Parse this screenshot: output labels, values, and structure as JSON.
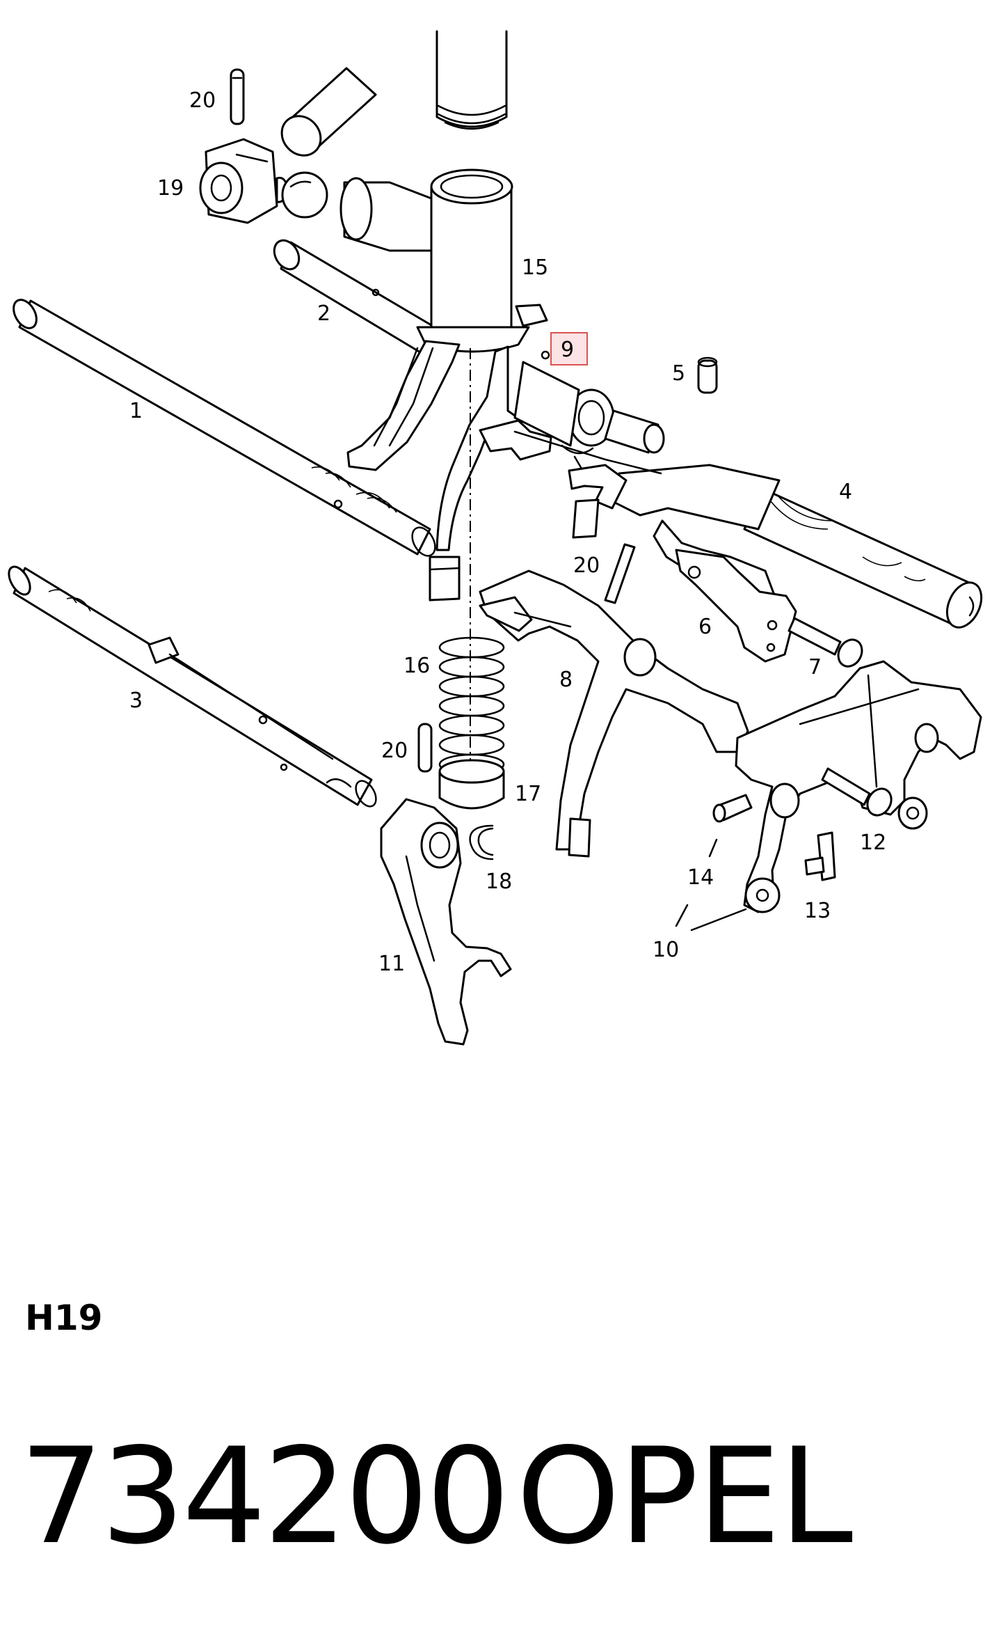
{
  "diagram": {
    "callouts": [
      {
        "id": "c20a",
        "text": "20"
      },
      {
        "id": "c19",
        "text": "19"
      },
      {
        "id": "c15",
        "text": "15"
      },
      {
        "id": "c2",
        "text": "2"
      },
      {
        "id": "c9",
        "text": "9",
        "highlighted": true
      },
      {
        "id": "c5",
        "text": "5"
      },
      {
        "id": "c1",
        "text": "1"
      },
      {
        "id": "c4",
        "text": "4"
      },
      {
        "id": "c20b",
        "text": "20"
      },
      {
        "id": "c6",
        "text": "6"
      },
      {
        "id": "c7",
        "text": "7"
      },
      {
        "id": "c16",
        "text": "16"
      },
      {
        "id": "c8",
        "text": "8"
      },
      {
        "id": "c3",
        "text": "3"
      },
      {
        "id": "c20c",
        "text": "20"
      },
      {
        "id": "c17",
        "text": "17"
      },
      {
        "id": "c12",
        "text": "12"
      },
      {
        "id": "c18",
        "text": "18"
      },
      {
        "id": "c14",
        "text": "14"
      },
      {
        "id": "c13",
        "text": "13"
      },
      {
        "id": "c11",
        "text": "11"
      },
      {
        "id": "c10",
        "text": "10"
      }
    ],
    "highlight_color": "#d9534f"
  },
  "footer": {
    "section_code": "H19",
    "part_number": "734200",
    "brand": "OPEL"
  }
}
